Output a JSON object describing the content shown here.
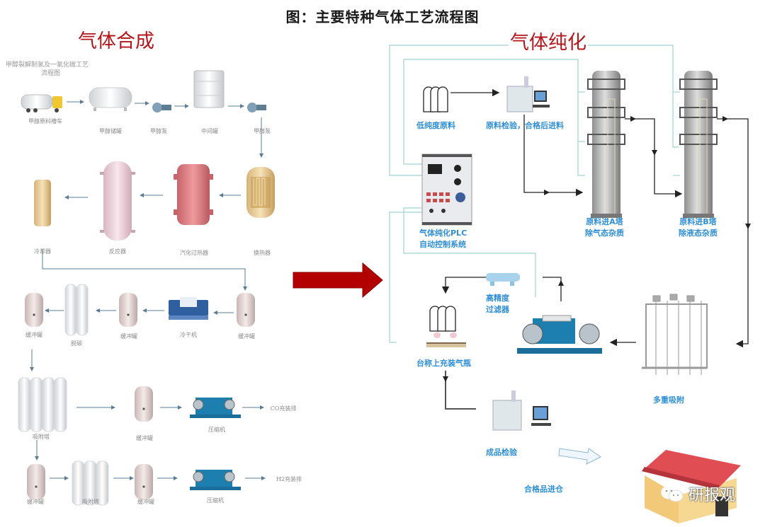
{
  "title": "图：主要特种气体工艺流程图",
  "left_section": {
    "heading": "气体合成",
    "subtitle_lines": [
      "甲醇裂解制氢及一氧化碳工艺",
      "流程图"
    ],
    "row1": [
      "甲醇原料槽车",
      "甲醇储罐",
      "甲醇泵",
      "中间罐",
      "甲醇泵"
    ],
    "row2": [
      "冷却器",
      "反应器",
      "汽化过热器",
      "换热器"
    ],
    "row3": [
      "缓冲罐",
      "脱碳",
      "缓冲罐",
      "冷干机",
      "缓冲罐"
    ],
    "row4": [
      "吸附塔",
      "缓冲罐",
      "压缩机",
      "CO充装排"
    ],
    "row5": [
      "缓冲罐",
      "吸附塔",
      "缓冲罐",
      "压缩机",
      "H2充装排"
    ]
  },
  "right_section": {
    "heading": "气体纯化",
    "raw_material": "低纯度原料",
    "inspection": "原料检验，合格后进料",
    "plc_lines": [
      "气体纯化PLC",
      "自动控制系统"
    ],
    "tower_a_lines": [
      "原料进A塔",
      "除气态杂质"
    ],
    "tower_b_lines": [
      "原料进B塔",
      "除液态杂质"
    ],
    "filter_lines": [
      "高精度",
      "过滤器"
    ],
    "filling": "台称上充装气瓶",
    "adsorption": "多重吸附",
    "product_inspection": "成品检验",
    "warehouse": "合格品进仓"
  },
  "watermark": "研报观",
  "colors": {
    "heading_red": "#b5161b",
    "label_blue": "#2f8fd6",
    "line_teal": "#9fd3cf",
    "arrow_red": "#b30000"
  }
}
